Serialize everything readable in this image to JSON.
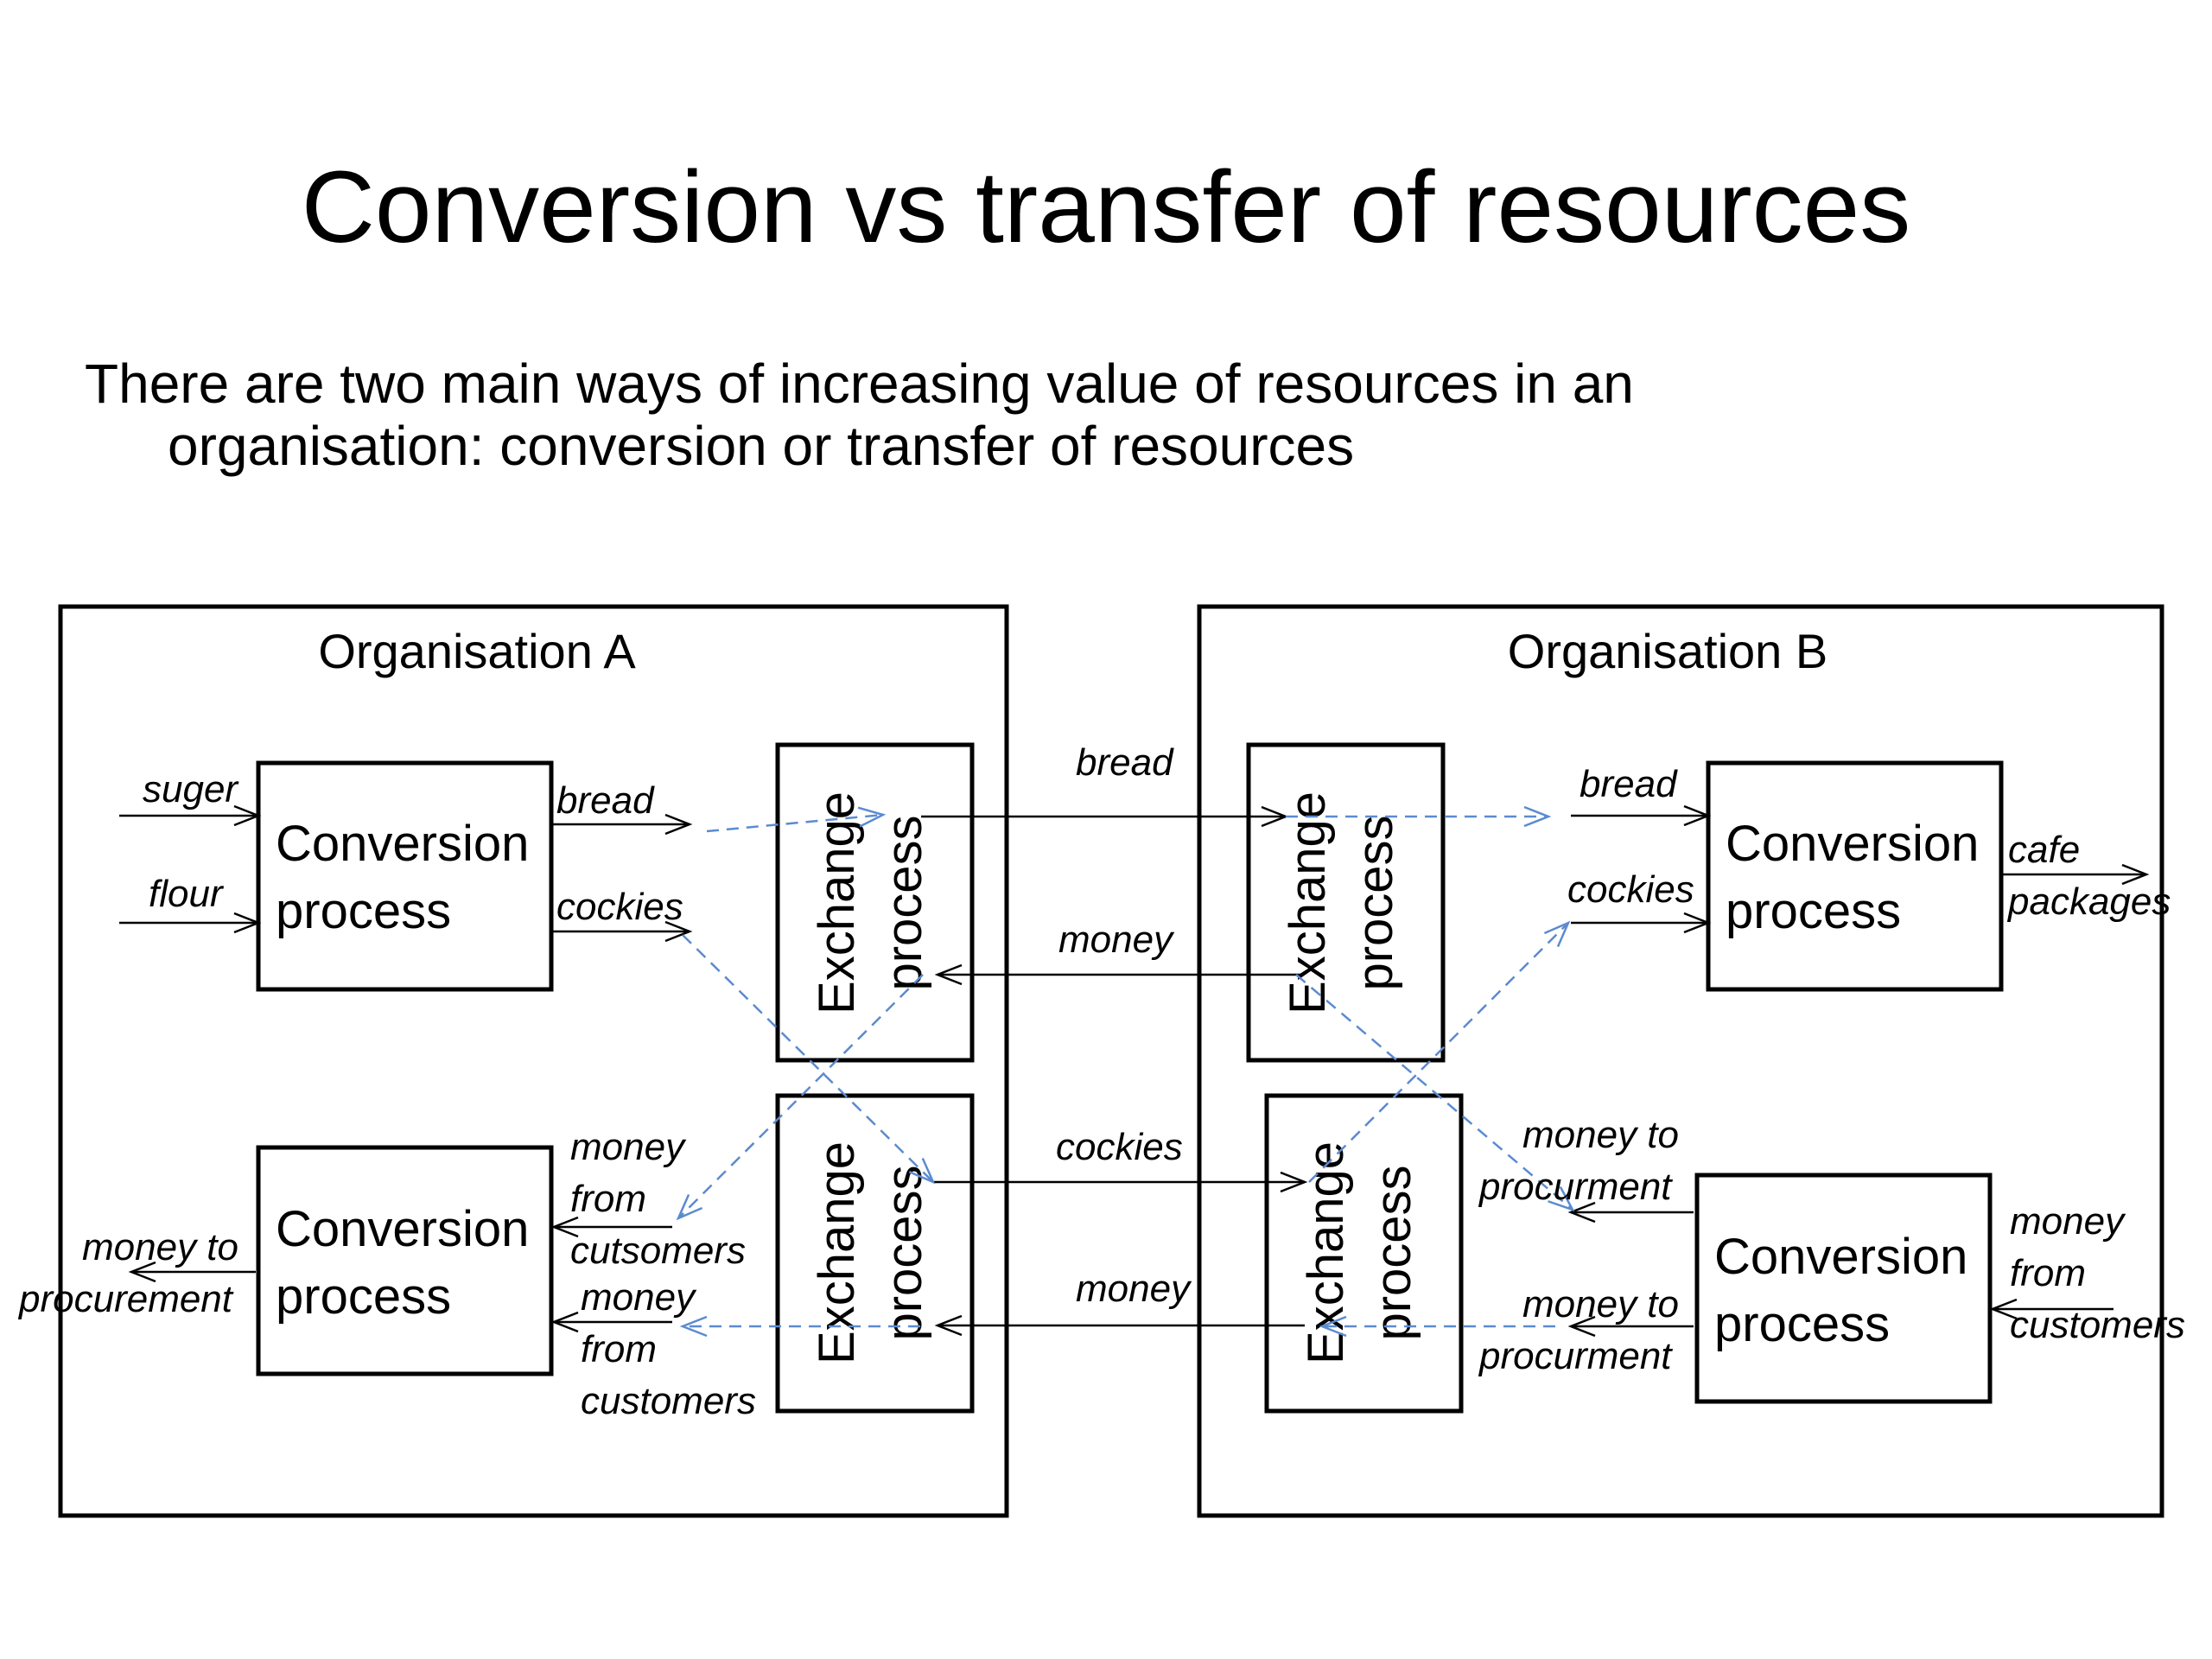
{
  "slide": {
    "title": "Conversion vs transfer of resources",
    "body_line1": "There are two main ways of increasing value  of resources in an",
    "body_line2": "organisation: conversion or transfer of resources"
  },
  "diagram": {
    "org_a": {
      "title": "Organisation A",
      "top_conversion": {
        "line1": "Conversion",
        "line2": "process"
      },
      "bottom_conversion": {
        "line1": "Conversion",
        "line2": "process"
      },
      "top_exchange": {
        "line1": "Exchange",
        "line2": "process"
      },
      "bottom_exchange": {
        "line1": "Exchange",
        "line2": "process"
      },
      "input_suger": "suger",
      "input_flour": "flour",
      "output_bread": "bread",
      "output_cockies": "cockies",
      "money_from_cutsomers": [
        "money",
        "from",
        "cutsomers"
      ],
      "money_from_customers": [
        "money",
        "from",
        "customers"
      ],
      "money_to_procurement": [
        "money to",
        "procurement"
      ]
    },
    "org_b": {
      "title": "Organisation B",
      "top_conversion": {
        "line1": "Conversion",
        "line2": "process"
      },
      "bottom_conversion": {
        "line1": "Conversion",
        "line2": "process"
      },
      "top_exchange": {
        "line1": "Exchange",
        "line2": "process"
      },
      "bottom_exchange": {
        "line1": "Exchange",
        "line2": "process"
      },
      "input_bread": "bread",
      "input_cockies": "cockies",
      "output_cafe_packages": [
        "cafe",
        "packages"
      ],
      "money_to_procurment_1": [
        "money to",
        "procurment"
      ],
      "money_to_procurment_2": [
        "money to",
        "procurment"
      ],
      "money_from_customers": [
        "money",
        "from",
        "customers"
      ]
    },
    "between": {
      "bread": "bread",
      "money_top": "money",
      "cockies": "cockies",
      "money_bottom": "money"
    }
  }
}
